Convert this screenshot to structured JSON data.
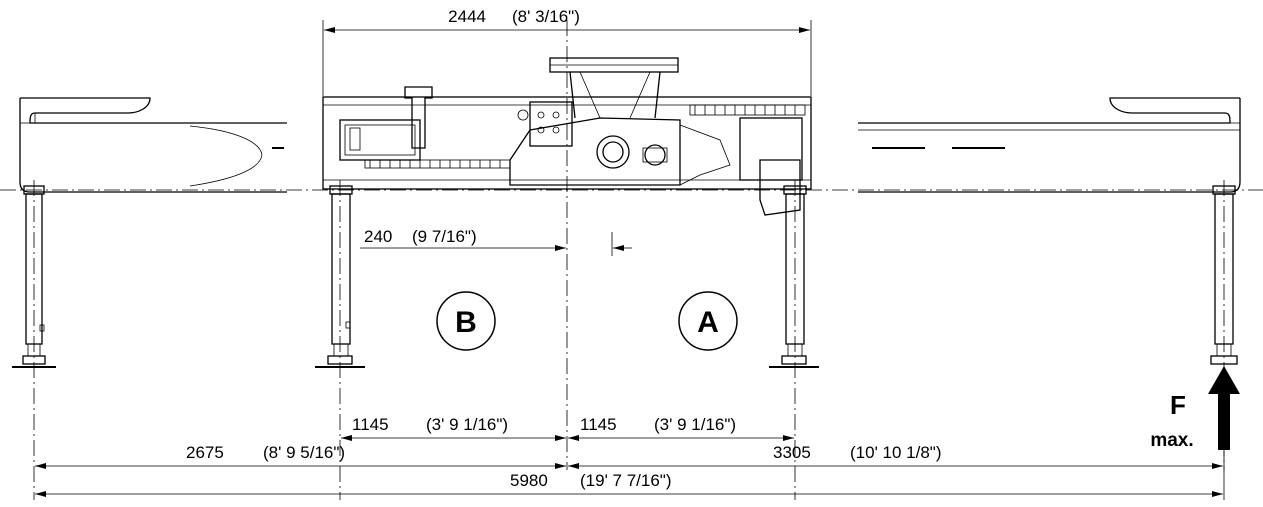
{
  "dimensions": {
    "top_width": "2444",
    "top_width_imperial": "(8' 3/16\")",
    "offset": "240",
    "offset_imperial": "(9 7/16\")",
    "half_left": "1145",
    "half_left_imperial": "(3' 9 1/16\")",
    "half_right": "1145",
    "half_right_imperial": "(3' 9 1/16\")",
    "left_span": "2675",
    "left_span_imperial": "(8' 9 5/16\")",
    "right_span": "3305",
    "right_span_imperial": "(10' 10 1/8\")",
    "total_span": "5980",
    "total_span_imperial": "(19' 7 7/16\")"
  },
  "zones": {
    "b": "B",
    "a": "A"
  },
  "force": {
    "symbol": "F",
    "qualifier": "max."
  }
}
